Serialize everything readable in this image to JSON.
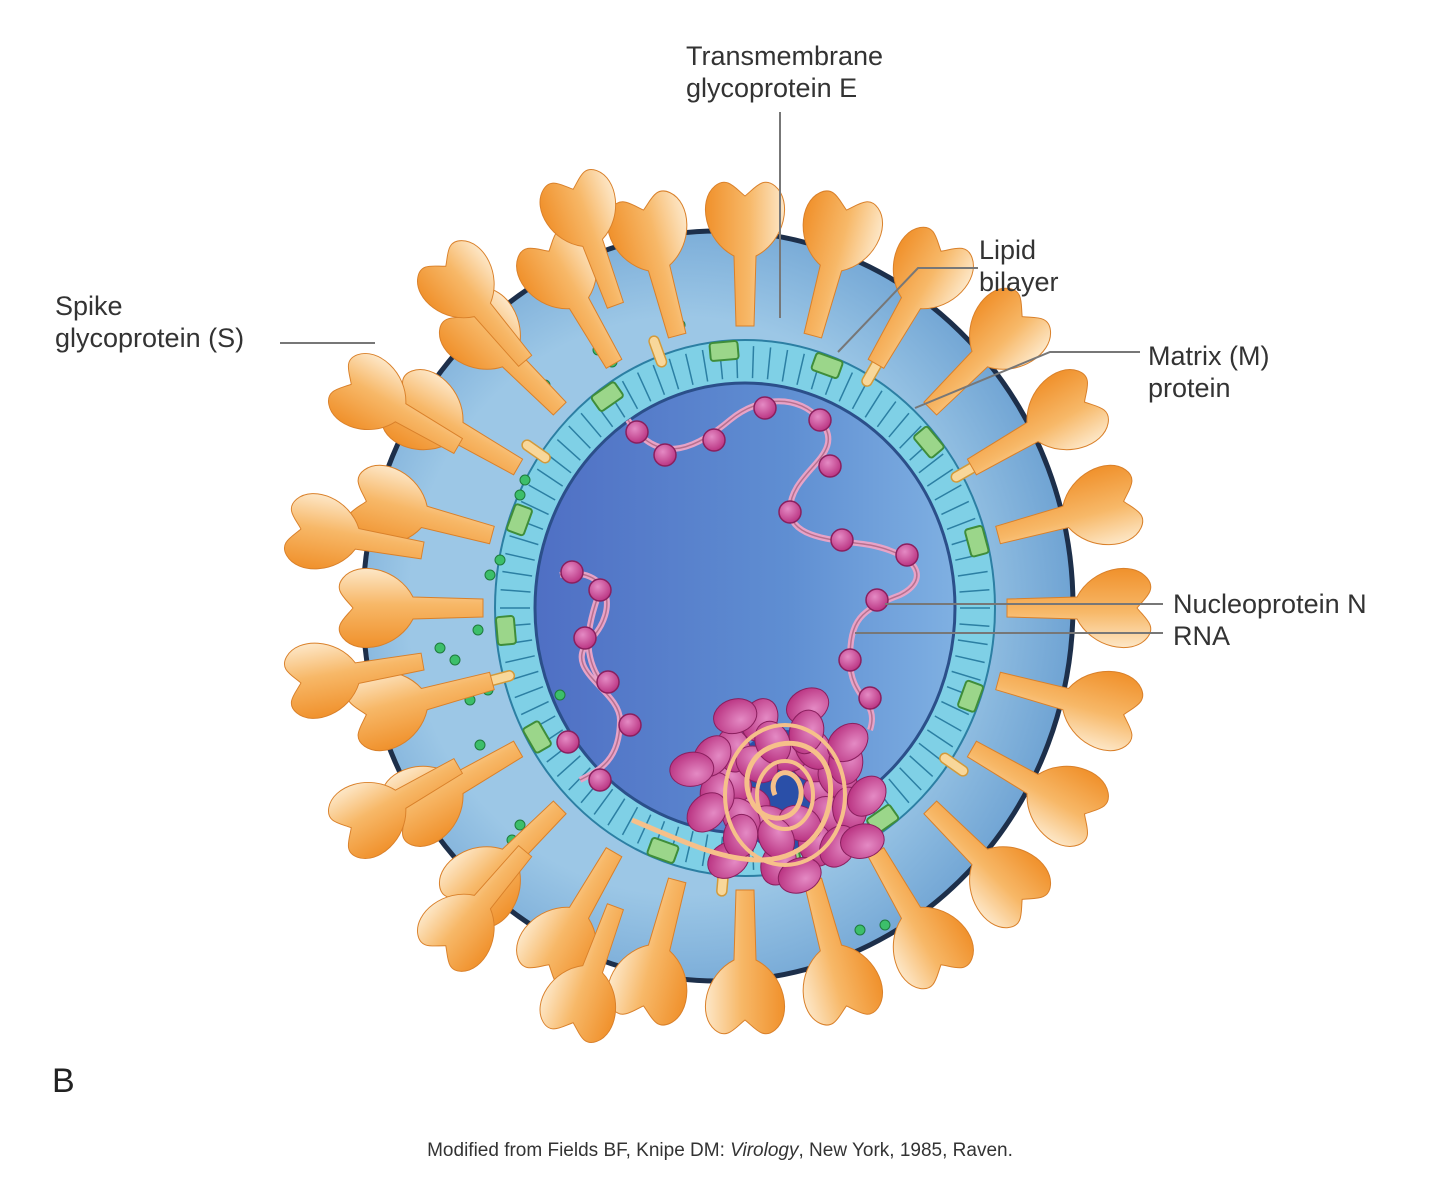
{
  "labels": {
    "transmembrane": [
      "Transmembrane",
      "glycoprotein E"
    ],
    "lipid": [
      "Lipid",
      "bilayer"
    ],
    "spike": [
      "Spike",
      "glycoprotein (S)"
    ],
    "matrix": [
      "Matrix (M)",
      "protein"
    ],
    "nucleoprotein": "Nucleoprotein N",
    "rna": "RNA"
  },
  "panel_letter": "B",
  "credit": {
    "before": "Modified from Fields BF, Knipe DM: ",
    "italic": "Virology",
    "after": ", New York, 1985, Raven."
  },
  "colors": {
    "spike": "#f4a24a",
    "core": "#5b86cc",
    "envelope": "#a9cde6",
    "membrane": "#7fd0e6",
    "matrix": "#8fce86",
    "nucleoprotein": "#c0408f",
    "rna": "#f6c08a"
  }
}
